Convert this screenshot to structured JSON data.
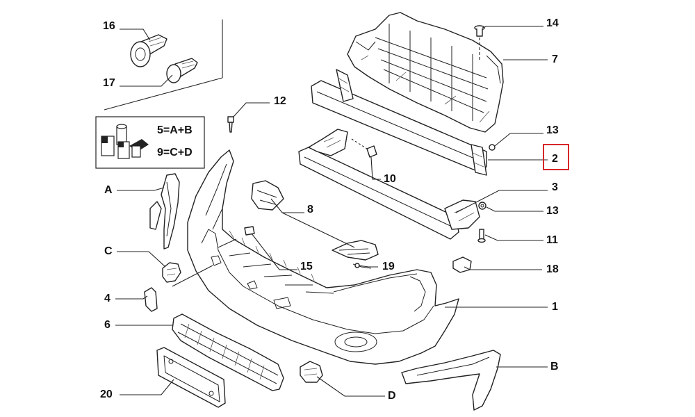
{
  "callouts": {
    "c16": "16",
    "c17": "17",
    "c14": "14",
    "c7": "7",
    "c12": "12",
    "c13a": "13",
    "c2": "2",
    "c3": "3",
    "c13b": "13",
    "c11": "11",
    "c10": "10",
    "c8": "8",
    "cA": "A",
    "cC": "C",
    "c15": "15",
    "c19": "19",
    "c18": "18",
    "c4": "4",
    "c1": "1",
    "c6": "6",
    "cB": "B",
    "c20": "20",
    "cD": "D"
  },
  "legend": {
    "line1": "5=A+B",
    "line2": "9=C+D"
  },
  "highlight": {
    "target": "2",
    "color": "#d62728"
  }
}
